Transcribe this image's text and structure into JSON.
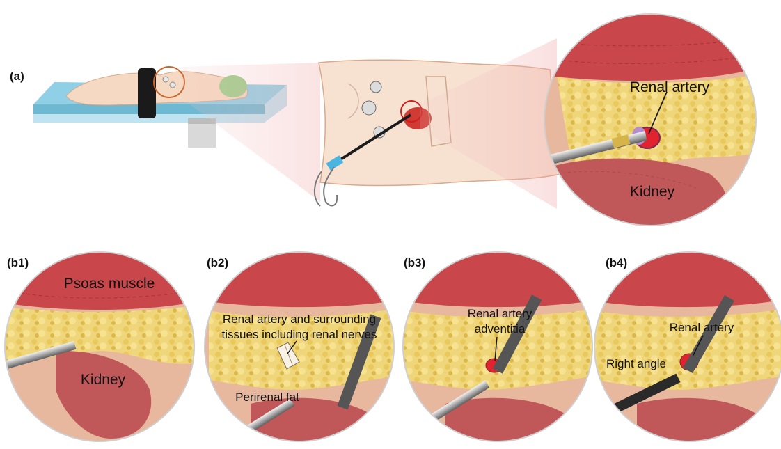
{
  "panels": {
    "a": {
      "label": "(a)",
      "renal_artery": "Renal artery",
      "kidney": "Kidney"
    },
    "b1": {
      "label": "(b1)",
      "psoas": "Psoas muscle",
      "kidney": "Kidney"
    },
    "b2": {
      "label": "(b2)",
      "line1": "Renal artery and surrounding",
      "line2": "tissues including renal nerves",
      "perirenal": "Perirenal fat"
    },
    "b3": {
      "label": "(b3)",
      "line1": "Renal artery",
      "line2": "adventitia"
    },
    "b4": {
      "label": "(b4)",
      "renal_artery": "Renal artery",
      "right_angle": "Right angle"
    }
  },
  "colors": {
    "muscle": "#c9474a",
    "fat": "#f0d67a",
    "kidney": "#c0585a",
    "tissue": "#e7b79e",
    "artery": "#e0232f",
    "table": "#8fd0e6",
    "skin": "#f5d9c2"
  }
}
